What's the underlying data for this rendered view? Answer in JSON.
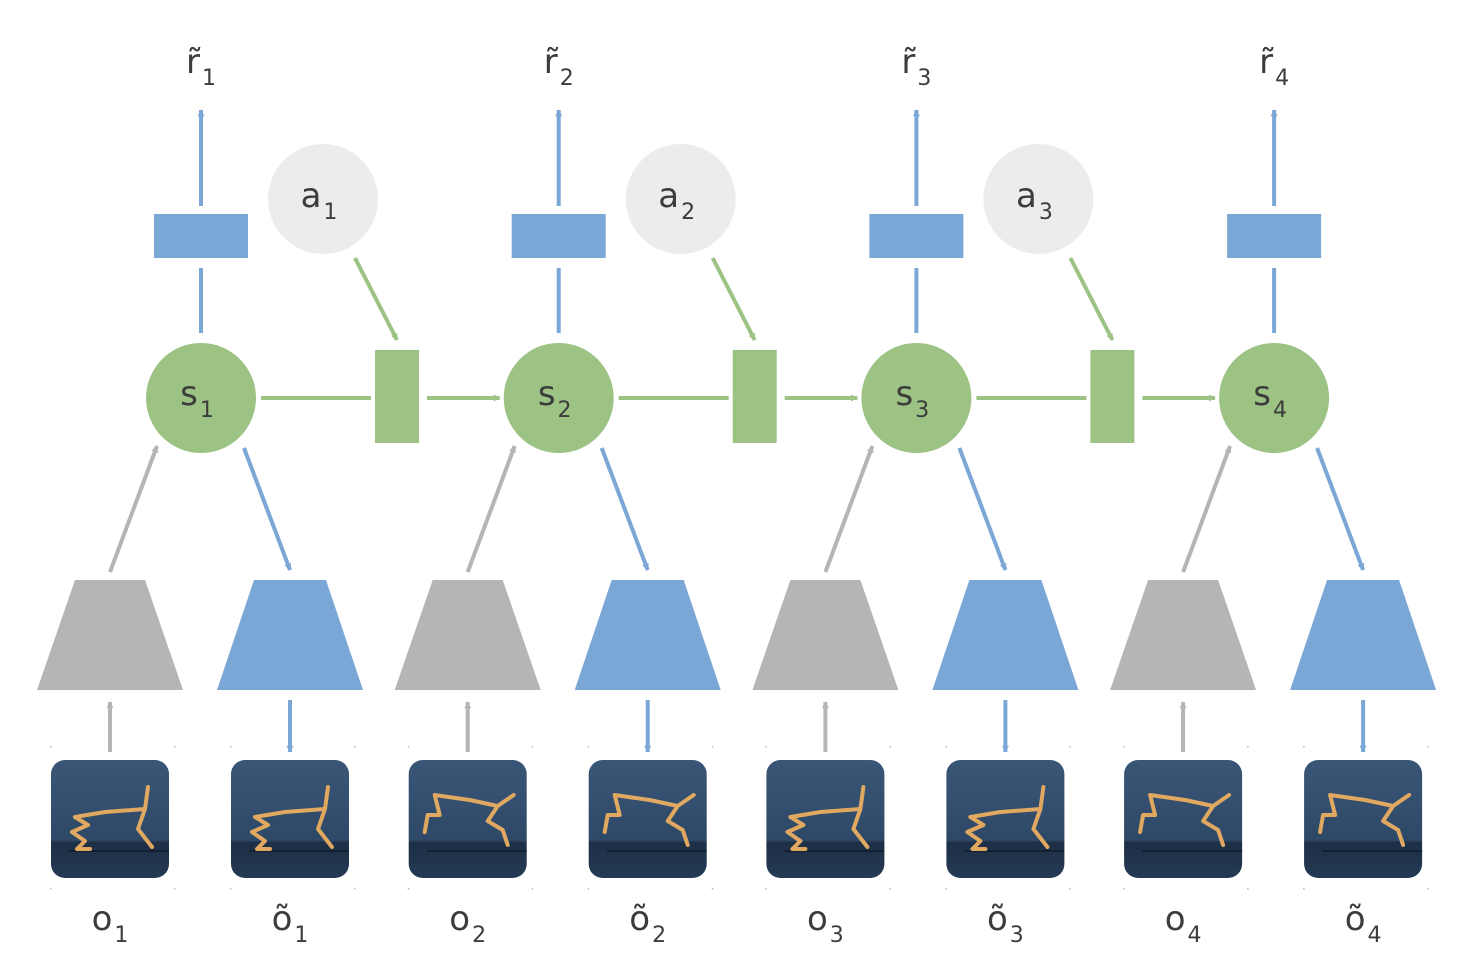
{
  "title": "World model rollout diagram (latent dynamics with reward and observation decoders)",
  "colors": {
    "state": "#9dc384",
    "action": "#ececec",
    "reward_decoder": "#7ba7d7",
    "observation_decoder": "#7ba7d7",
    "encoder": "#b5b5b5",
    "transition": "#9dc384",
    "text": "#3c3c3c",
    "image_bg": "#2f4a69",
    "cheetah": "#e0a860"
  },
  "steps": [
    {
      "state": {
        "symbol": "s",
        "index": "1"
      },
      "reward": {
        "symbol": "r̃",
        "index": "1"
      },
      "observation": {
        "symbol": "o",
        "index": "1"
      },
      "reconstruction": {
        "symbol": "õ",
        "index": "1"
      },
      "action": {
        "symbol": "a",
        "index": "1"
      },
      "obs_pose": "A",
      "rec_pose": "A"
    },
    {
      "state": {
        "symbol": "s",
        "index": "2"
      },
      "reward": {
        "symbol": "r̃",
        "index": "2"
      },
      "observation": {
        "symbol": "o",
        "index": "2"
      },
      "reconstruction": {
        "symbol": "õ",
        "index": "2"
      },
      "action": {
        "symbol": "a",
        "index": "2"
      },
      "obs_pose": "B",
      "rec_pose": "B"
    },
    {
      "state": {
        "symbol": "s",
        "index": "3"
      },
      "reward": {
        "symbol": "r̃",
        "index": "3"
      },
      "observation": {
        "symbol": "o",
        "index": "3"
      },
      "reconstruction": {
        "symbol": "õ",
        "index": "3"
      },
      "action": {
        "symbol": "a",
        "index": "3"
      },
      "obs_pose": "A",
      "rec_pose": "A"
    },
    {
      "state": {
        "symbol": "s",
        "index": "4"
      },
      "reward": {
        "symbol": "r̃",
        "index": "4"
      },
      "observation": {
        "symbol": "o",
        "index": "4"
      },
      "reconstruction": {
        "symbol": "õ",
        "index": "4"
      },
      "action": null,
      "obs_pose": "B",
      "rec_pose": "B"
    }
  ],
  "icons": {
    "observation_image": "half-cheetah-frame",
    "encoder": "encoder-trapezoid",
    "decoder": "decoder-trapezoid",
    "transition": "transition-block"
  }
}
